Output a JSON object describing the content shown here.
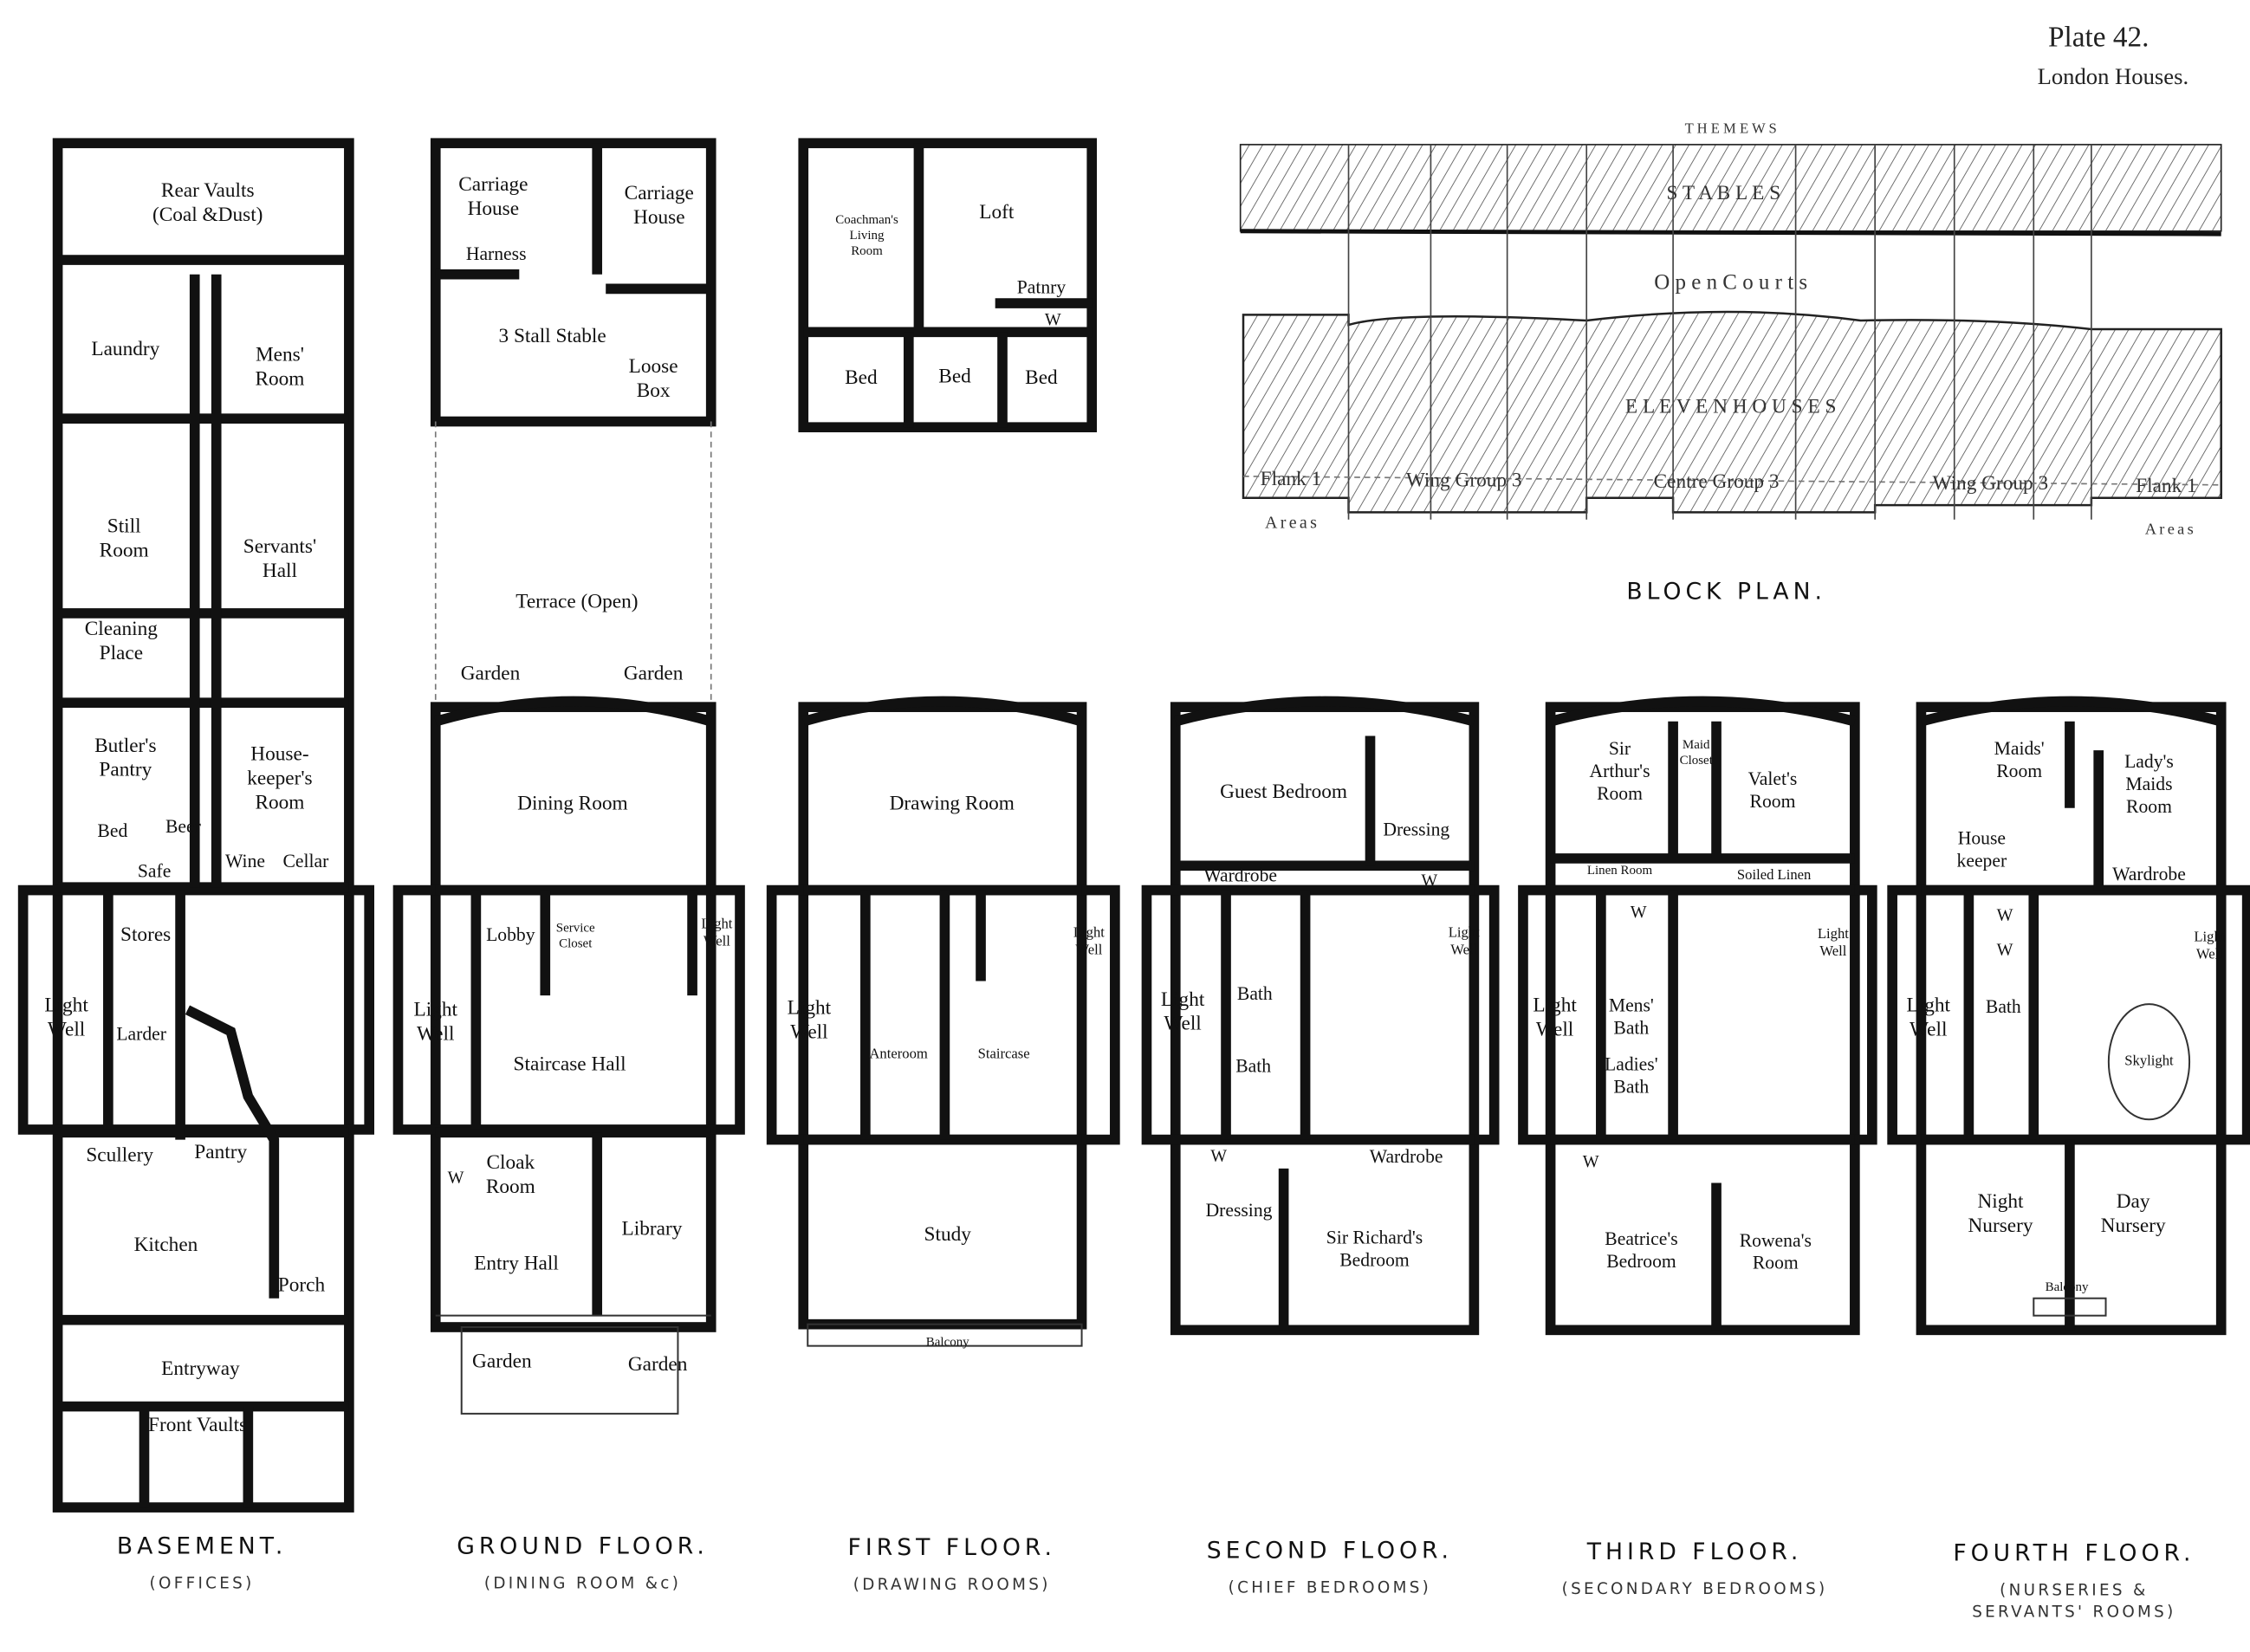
{
  "plate": {
    "number": "Plate 42.",
    "subtitle": "London Houses."
  },
  "floors": {
    "basement": {
      "title": "BASEMENT.",
      "subtitle": [
        "(OFFICES)"
      ],
      "rooms": [
        {
          "lines": [
            "Rear Vaults",
            "(Coal &Dust)"
          ]
        },
        {
          "lines": [
            "Laundry"
          ]
        },
        {
          "lines": [
            "Mens'",
            "Room"
          ]
        },
        {
          "lines": [
            "Still",
            "Room"
          ]
        },
        {
          "lines": [
            "Servants'",
            "Hall"
          ]
        },
        {
          "lines": [
            "Cleaning",
            "Place"
          ]
        },
        {
          "lines": [
            "Butler's",
            "Pantry"
          ]
        },
        {
          "lines": [
            "House-",
            "keeper's",
            "Room"
          ]
        },
        {
          "lines": [
            "Bed"
          ]
        },
        {
          "lines": [
            "Beer"
          ]
        },
        {
          "lines": [
            "Safe"
          ]
        },
        {
          "lines": [
            "Wine"
          ]
        },
        {
          "lines": [
            "Cellar"
          ]
        },
        {
          "lines": [
            "Stores"
          ]
        },
        {
          "lines": [
            "Light",
            "Well"
          ]
        },
        {
          "lines": [
            "Larder"
          ]
        },
        {
          "lines": [
            "Scullery"
          ]
        },
        {
          "lines": [
            "Pantry"
          ]
        },
        {
          "lines": [
            "Kitchen"
          ]
        },
        {
          "lines": [
            "Porch"
          ]
        },
        {
          "lines": [
            "Entryway"
          ]
        },
        {
          "lines": [
            "Front Vaults"
          ]
        }
      ]
    },
    "ground": {
      "title": "GROUND FLOOR.",
      "subtitle": [
        "(DINING ROOM &c)"
      ],
      "rooms": [
        {
          "lines": [
            "Carriage",
            "House"
          ]
        },
        {
          "lines": [
            "Carriage",
            "House"
          ]
        },
        {
          "lines": [
            "Harness"
          ]
        },
        {
          "lines": [
            "3 Stall Stable"
          ]
        },
        {
          "lines": [
            "Loose",
            "Box"
          ]
        },
        {
          "lines": [
            "Terrace (Open)"
          ]
        },
        {
          "lines": [
            "Garden"
          ]
        },
        {
          "lines": [
            "Garden"
          ]
        },
        {
          "lines": [
            "Dining Room"
          ]
        },
        {
          "lines": [
            "Lobby"
          ]
        },
        {
          "lines": [
            "Service",
            "Closet"
          ]
        },
        {
          "lines": [
            "Light",
            "Well"
          ]
        },
        {
          "lines": [
            "Light",
            "Well"
          ]
        },
        {
          "lines": [
            "Staircase Hall"
          ]
        },
        {
          "lines": [
            "Cloak",
            "Room"
          ]
        },
        {
          "lines": [
            "W"
          ]
        },
        {
          "lines": [
            "Library"
          ]
        },
        {
          "lines": [
            "Entry Hall"
          ]
        },
        {
          "lines": [
            "Garden"
          ]
        },
        {
          "lines": [
            "Garden"
          ]
        }
      ]
    },
    "stable_upper": {
      "rooms": [
        {
          "lines": [
            "Coachman's",
            "Living",
            "Room"
          ]
        },
        {
          "lines": [
            "Loft"
          ]
        },
        {
          "lines": [
            "Patnry"
          ]
        },
        {
          "lines": [
            "W"
          ]
        },
        {
          "lines": [
            "Bed"
          ]
        },
        {
          "lines": [
            "Bed"
          ]
        },
        {
          "lines": [
            "Bed"
          ]
        }
      ]
    },
    "first": {
      "title": "FIRST FLOOR.",
      "subtitle": [
        "(DRAWING ROOMS)"
      ],
      "rooms": [
        {
          "lines": [
            "Drawing Room"
          ]
        },
        {
          "lines": [
            "Light",
            "Well"
          ]
        },
        {
          "lines": [
            "Light",
            "Well"
          ]
        },
        {
          "lines": [
            "Anteroom"
          ]
        },
        {
          "lines": [
            "Staircase"
          ]
        },
        {
          "lines": [
            "Study"
          ]
        },
        {
          "lines": [
            "Balcony"
          ]
        }
      ]
    },
    "second": {
      "title": "SECOND FLOOR.",
      "subtitle": [
        "(CHIEF BEDROOMS)"
      ],
      "rooms": [
        {
          "lines": [
            "Guest Bedroom"
          ]
        },
        {
          "lines": [
            "Dressing"
          ]
        },
        {
          "lines": [
            "Wardrobe"
          ]
        },
        {
          "lines": [
            "W"
          ]
        },
        {
          "lines": [
            "Light",
            "Well"
          ]
        },
        {
          "lines": [
            "Light",
            "Well"
          ]
        },
        {
          "lines": [
            "Bath"
          ]
        },
        {
          "lines": [
            "Bath"
          ]
        },
        {
          "lines": [
            "W"
          ]
        },
        {
          "lines": [
            "Wardrobe"
          ]
        },
        {
          "lines": [
            "Dressing"
          ]
        },
        {
          "lines": [
            "Sir Richard's",
            "Bedroom"
          ]
        }
      ]
    },
    "third": {
      "title": "THIRD FLOOR.",
      "subtitle": [
        "(SECONDARY BEDROOMS)"
      ],
      "rooms": [
        {
          "lines": [
            "Sir",
            "Arthur's",
            "Room"
          ]
        },
        {
          "lines": [
            "Maid",
            "Closet"
          ]
        },
        {
          "lines": [
            "Valet's",
            "Room"
          ]
        },
        {
          "lines": [
            "Linen Room"
          ]
        },
        {
          "lines": [
            "Soiled Linen"
          ]
        },
        {
          "lines": [
            "W"
          ]
        },
        {
          "lines": [
            "Light",
            "Well"
          ]
        },
        {
          "lines": [
            "Light",
            "Well"
          ]
        },
        {
          "lines": [
            "Mens'",
            "Bath"
          ]
        },
        {
          "lines": [
            "Ladies'",
            "Bath"
          ]
        },
        {
          "lines": [
            "W"
          ]
        },
        {
          "lines": [
            "Beatrice's",
            "Bedroom"
          ]
        },
        {
          "lines": [
            "Rowena's",
            "Room"
          ]
        }
      ]
    },
    "fourth": {
      "title": "FOURTH FLOOR.",
      "subtitle": [
        "(NURSERIES &",
        "SERVANTS' ROOMS)"
      ],
      "rooms": [
        {
          "lines": [
            "Maids'",
            "Room"
          ]
        },
        {
          "lines": [
            "Lady's",
            "Maids",
            "Room"
          ]
        },
        {
          "lines": [
            "House",
            "keeper"
          ]
        },
        {
          "lines": [
            "Wardrobe"
          ]
        },
        {
          "lines": [
            "W"
          ]
        },
        {
          "lines": [
            "W"
          ]
        },
        {
          "lines": [
            "Light",
            "Well"
          ]
        },
        {
          "lines": [
            "Light",
            "Well"
          ]
        },
        {
          "lines": [
            "Bath"
          ]
        },
        {
          "lines": [
            "Skylight"
          ]
        },
        {
          "lines": [
            "Night",
            "Nursery"
          ]
        },
        {
          "lines": [
            "Day",
            "Nursery"
          ]
        },
        {
          "lines": [
            "Balcony"
          ]
        }
      ]
    }
  },
  "block_plan": {
    "title": "BLOCK PLAN.",
    "mews": "T H E   M E W S",
    "stables": "S T A B L E S",
    "open_courts": "O p e n   C o u r t s",
    "houses": "E L E V E N      H O U S E S",
    "groups": [
      "Flank 1",
      "Wing Group 3",
      "Centre Group 3",
      "Wing Group 3",
      "Flank 1"
    ],
    "areas_left": "Areas",
    "areas_right": "Areas"
  }
}
